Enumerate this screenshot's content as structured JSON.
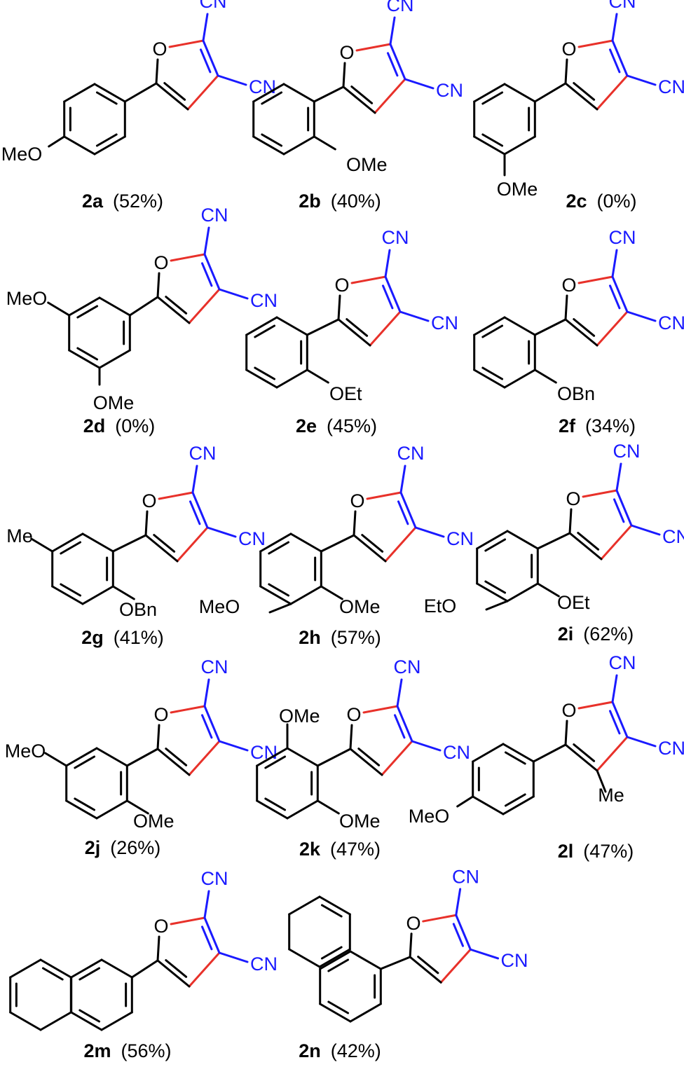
{
  "colors": {
    "bond": "#000000",
    "nitrile": "#1a1aff",
    "furan_new_bond": "#e8312a"
  },
  "groups": {
    "cn": "CN",
    "o": "O",
    "me": "Me"
  },
  "compounds": [
    {
      "id": "2a",
      "yield": "(52%)",
      "substituents": [
        "MeO"
      ]
    },
    {
      "id": "2b",
      "yield": "(40%)",
      "substituents": [
        "OMe"
      ]
    },
    {
      "id": "2c",
      "yield": "(0%)",
      "substituents": [
        "OMe"
      ]
    },
    {
      "id": "2d",
      "yield": "(0%)",
      "substituents": [
        "MeO",
        "OMe"
      ]
    },
    {
      "id": "2e",
      "yield": "(45%)",
      "substituents": [
        "OEt"
      ]
    },
    {
      "id": "2f",
      "yield": "(34%)",
      "substituents": [
        "OBn"
      ]
    },
    {
      "id": "2g",
      "yield": "(41%)",
      "substituents": [
        "Me",
        "OBn"
      ]
    },
    {
      "id": "2h",
      "yield": "(57%)",
      "substituents": [
        "MeO",
        "OMe"
      ]
    },
    {
      "id": "2i",
      "yield": "(62%)",
      "substituents": [
        "EtO",
        "OEt"
      ]
    },
    {
      "id": "2j",
      "yield": "(26%)",
      "substituents": [
        "MeO",
        "OMe"
      ]
    },
    {
      "id": "2k",
      "yield": "(47%)",
      "substituents": [
        "OMe",
        "OMe"
      ]
    },
    {
      "id": "2l",
      "yield": "(47%)",
      "substituents": [
        "MeO",
        "Me"
      ]
    },
    {
      "id": "2m",
      "yield": "(56%)",
      "substituents": []
    },
    {
      "id": "2n",
      "yield": "(42%)",
      "substituents": []
    }
  ]
}
